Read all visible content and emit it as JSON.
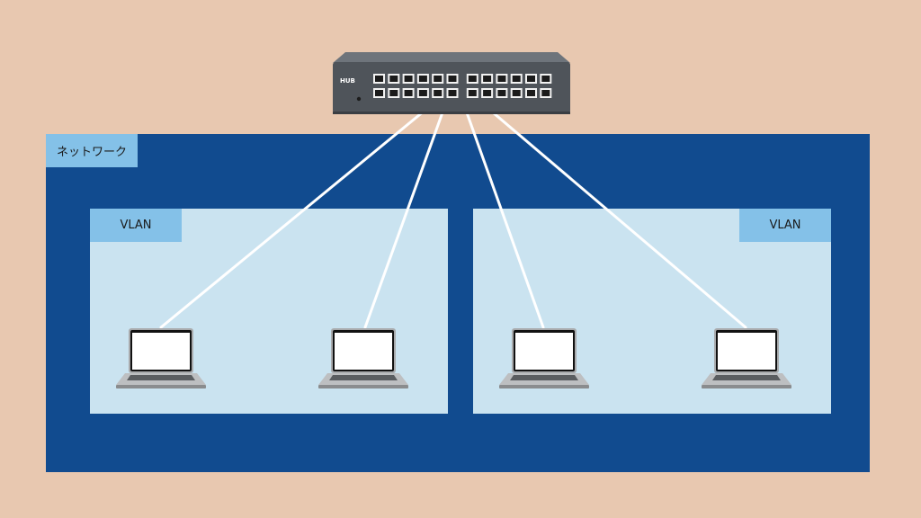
{
  "diagram": {
    "network": {
      "label": "ネットワーク"
    },
    "vlans": [
      {
        "label": "VLAN",
        "position": "left"
      },
      {
        "label": "VLAN",
        "position": "right"
      }
    ],
    "hub": {
      "label": "HUB",
      "port_count": 24
    },
    "laptops": [
      {
        "vlan": 0
      },
      {
        "vlan": 0
      },
      {
        "vlan": 1
      },
      {
        "vlan": 1
      }
    ],
    "colors": {
      "background": "#e8c8b0",
      "network": "#114b8f",
      "vlan": "#cae3f0",
      "label": "#84c1e8",
      "cable": "#ffffff",
      "hub": "#4f545a"
    }
  }
}
